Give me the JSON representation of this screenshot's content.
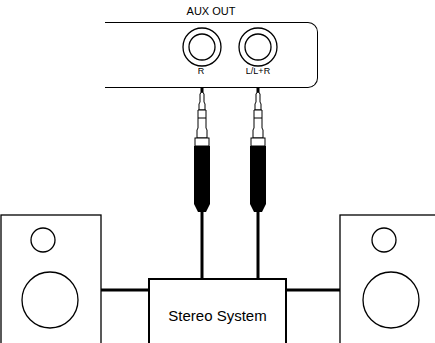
{
  "diagram": {
    "nodes": [
      {
        "text": [
          "AUX OUT"
        ]
      },
      {
        "text": [
          "Stereo System"
        ]
      }
    ],
    "edges": [
      {
        "from": 0,
        "to": 1,
        "arrow": "none"
      },
      {
        "from": 0,
        "to": 1,
        "arrow": "none"
      }
    ],
    "labels": [
      "R",
      "L/L+R"
    ]
  }
}
